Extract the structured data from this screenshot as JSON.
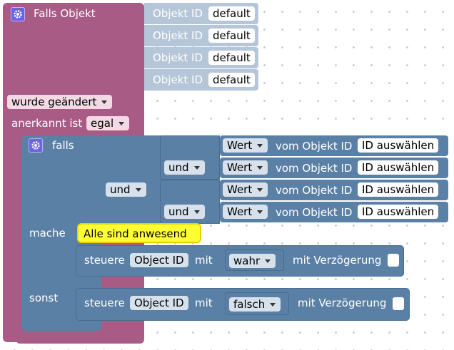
{
  "trigger_block": {
    "title": "Falls Objekt",
    "object_inputs": [
      {
        "label": "Objekt ID",
        "value": "default"
      },
      {
        "label": "Objekt ID",
        "value": "default"
      },
      {
        "label": "Objekt ID",
        "value": "default"
      },
      {
        "label": "Objekt ID",
        "value": "default"
      }
    ],
    "condition_dropdown": "wurde geändert",
    "ack_label": "anerkannt ist",
    "ack_dropdown": "egal"
  },
  "if_block": {
    "label": "falls",
    "outer_operator": "und",
    "inner_operators": [
      "und",
      "und"
    ],
    "value_rows": [
      {
        "type": "Wert",
        "from_label": "vom Objekt ID",
        "id": "ID auswählen"
      },
      {
        "type": "Wert",
        "from_label": "vom Objekt ID",
        "id": "ID auswählen"
      },
      {
        "type": "Wert",
        "from_label": "vom Objekt ID",
        "id": "ID auswählen"
      },
      {
        "type": "Wert",
        "from_label": "vom Objekt ID",
        "id": "ID auswählen"
      }
    ],
    "do_label": "mache",
    "comment": "Alle sind anwesend",
    "do_action": {
      "verb": "steuere",
      "object": "Object ID",
      "with": "mit",
      "value": "wahr",
      "delay_label": "mit Verzögerung"
    },
    "else_label": "sonst",
    "else_action": {
      "verb": "steuere",
      "object": "Object ID",
      "with": "mit",
      "value": "falsch",
      "delay_label": "mit Verzögerung"
    }
  }
}
